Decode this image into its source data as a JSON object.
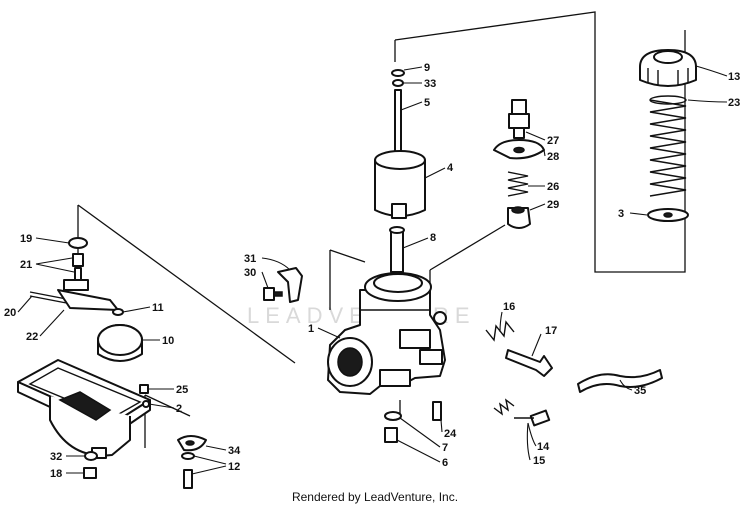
{
  "diagram": {
    "corner_text": "",
    "watermark": "LEADVENTURE",
    "caption": "Rendered by LeadVenture, Inc.",
    "callouts": [
      "1",
      "2",
      "3",
      "4",
      "5",
      "6",
      "7",
      "8",
      "9",
      "10",
      "11",
      "12",
      "13",
      "14",
      "15",
      "16",
      "17",
      "18",
      "19",
      "20",
      "21",
      "22",
      "23",
      "24",
      "25",
      "26",
      "27",
      "28",
      "29",
      "30",
      "31",
      "32",
      "33",
      "34",
      "35"
    ],
    "colors": {
      "ink": "#111111",
      "paper": "#ffffff",
      "watermark": "#d9d9d9"
    }
  }
}
